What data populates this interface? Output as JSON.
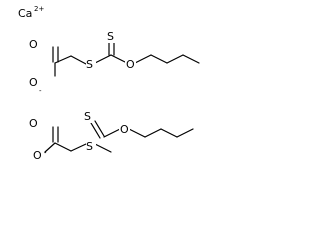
{
  "molecule": {
    "cation": {
      "label": "Ca",
      "charge": "2+"
    },
    "anion_1": {
      "carbonyl_oxygen": "O",
      "carboxylate_oxygen": "O",
      "carboxylate_charge": "-",
      "thioether_sulfur": "S",
      "thione_sulfur": "S",
      "ether_oxygen": "O"
    },
    "anion_2": {
      "carbonyl_oxygen": "O",
      "carboxylate_oxygen": "O",
      "carboxylate_charge": "-",
      "thioether_sulfur": "S",
      "thione_sulfur": "S",
      "ether_oxygen": "O"
    }
  }
}
